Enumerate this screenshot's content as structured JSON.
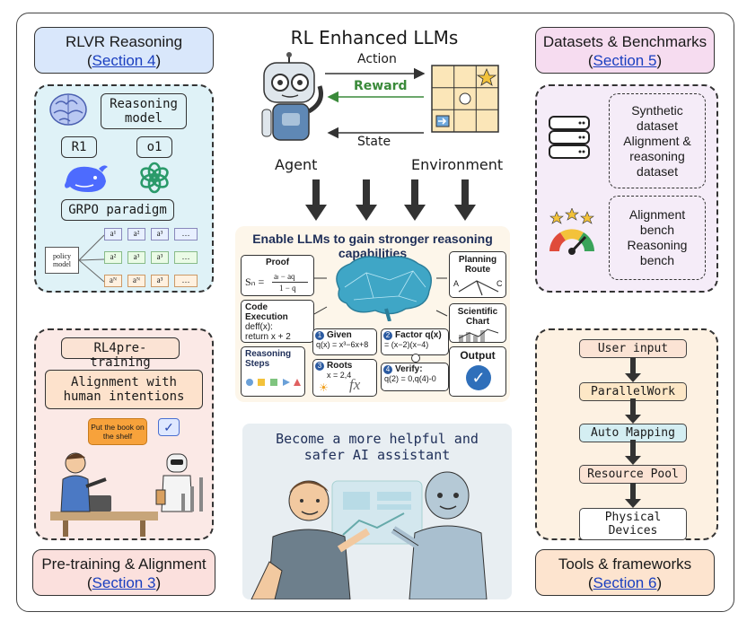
{
  "colors": {
    "blue_header": "#d9e7fb",
    "pink_header": "#f6dcf0",
    "peach_header": "#fbe0dd",
    "orange_header": "#fde4cf",
    "teal_panel": "#dff2f7",
    "lavender_panel": "#f5ecf8",
    "rose_panel": "#fbe9e6",
    "cream_panel": "#fdf1e2",
    "link": "#1a3fc0",
    "reward_green": "#3a8a3a"
  },
  "top_left": {
    "title": "RLVR Reasoning",
    "section_link": "Section 4",
    "reasoning_model": "Reasoning model",
    "r1": "R1",
    "o1": "o1",
    "grpo": "GRPO paradigm",
    "policy_model": "policy model",
    "tokens": {
      "row1": [
        "a¹",
        "a²",
        "a³",
        "…"
      ],
      "row2": [
        "a²",
        "a³",
        "a³",
        "…"
      ],
      "row3": [
        "aᴺ",
        "aᴺ",
        "a³",
        "…"
      ]
    }
  },
  "center_top": {
    "title": "RL Enhanced LLMs",
    "action": "Action",
    "reward": "Reward",
    "state": "State",
    "agent": "Agent",
    "environment": "Environment"
  },
  "center_mid": {
    "title": "Enable LLMs to gain stronger reasoning capabilities",
    "proof": "Proof",
    "formula_lhs": "Sₙ =",
    "formula_num": "aₗ − aq",
    "formula_den": "1 − q",
    "code_execution": "Code Execution",
    "code_line1": "deff(x):",
    "code_line2": "return x + 2",
    "reasoning_steps": "Reasoning Steps",
    "planning_route": "Planning Route",
    "route_a": "A",
    "route_c": "C",
    "scientific_chart": "Scientific Chart",
    "output": "Output",
    "step1_title": "Given",
    "step1_body": "q(x) = x³−6x+8",
    "step1_num": "1",
    "step2_title": "Factor q(x)",
    "step2_body": "= (x−2)(x−4)",
    "step2_num": "2",
    "step3_title": "Roots",
    "step3_body": "x = 2,4",
    "step3_num": "3",
    "step4_title": "Verify:",
    "step4_body": "q(2) = 0,q(4)-0",
    "step4_num": "4",
    "fx": "fx"
  },
  "center_bottom": {
    "title": "Become a more helpful and safer AI assistant"
  },
  "top_right": {
    "title": "Datasets & Benchmarks",
    "section_link": "Section 5",
    "datasets": "Synthetic dataset Alignment & reasoning dataset",
    "benchmarks": "Alignment bench Reasoning bench"
  },
  "bottom_left": {
    "title": "Pre-training & Alignment",
    "section_link": "Section 3",
    "rl4pretraining": "RL4pre-training",
    "alignment": "Alignment with human intentions",
    "speech": "Put the book on the shelf"
  },
  "bottom_right": {
    "title": "Tools & frameworks",
    "section_link": "Section 6",
    "steps": [
      "User input",
      "ParallelWork",
      "Auto Mapping",
      "Resource Pool",
      "Physical Devices"
    ]
  }
}
